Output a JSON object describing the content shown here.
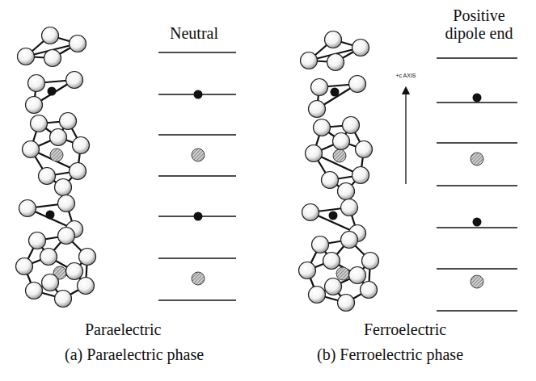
{
  "diagram": {
    "labels": [
      "Neutral",
      "Positive dipole end",
      "+c AXIS",
      "Paraelectric",
      "Ferroelectric",
      "(a) Paraelectric phase",
      "(b) Ferroelectric phase"
    ]
  }
}
